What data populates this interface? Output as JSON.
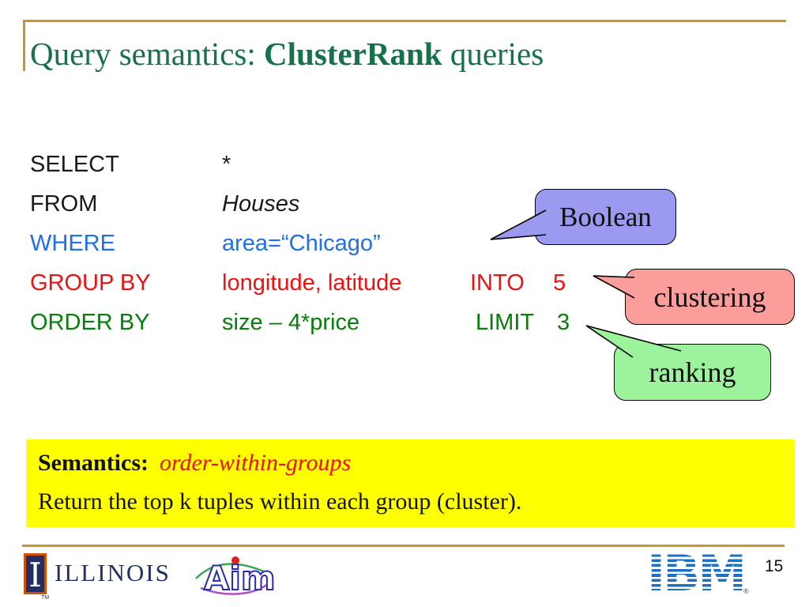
{
  "slide": {
    "title_prefix": "Query semantics: ",
    "title_emphasis": "ClusterRank",
    "title_suffix": " queries"
  },
  "query": {
    "lines": [
      {
        "keyword": "SELECT",
        "value": "*",
        "color": "#1A1A1A"
      },
      {
        "keyword": "FROM",
        "value": "Houses",
        "color": "#1A1A1A"
      },
      {
        "keyword": "WHERE",
        "value": "area=“Chicago”",
        "color": "#1E6FE8"
      },
      {
        "keyword": "GROUP BY",
        "value": "longitude, latitude",
        "extra_keyword": "INTO",
        "extra_value": "5",
        "color": "#EE1111"
      },
      {
        "keyword": "ORDER BY",
        "value": "size – 4*price",
        "extra_keyword": "LIMIT",
        "extra_value": "3",
        "color": "#077D0A"
      }
    ]
  },
  "callouts": {
    "boolean": {
      "label": "Boolean",
      "fill": "#9B99F0"
    },
    "clustering": {
      "label": "clustering",
      "fill": "#FB9D9B"
    },
    "ranking": {
      "label": "ranking",
      "fill": "#9CF39C"
    }
  },
  "semantics_box": {
    "heading": "Semantics:",
    "detail": "order-within-groups",
    "body": "Return the top k tuples within each group (cluster).",
    "background": "#FFFF00",
    "detail_color": "#E81010"
  },
  "footer": {
    "illinois_label": "ILLINOIS",
    "illinois_tm": "TM",
    "aim_label": "Aim",
    "ibm_label": "IBM",
    "ibm_registered": "®",
    "page_number": "15"
  },
  "colors": {
    "title": "#17714A",
    "rule_gold": "#C49A2E",
    "illinois_navy": "#223064",
    "illinois_orange": "#CF5000",
    "ibm_blue": "#1F70C1"
  }
}
